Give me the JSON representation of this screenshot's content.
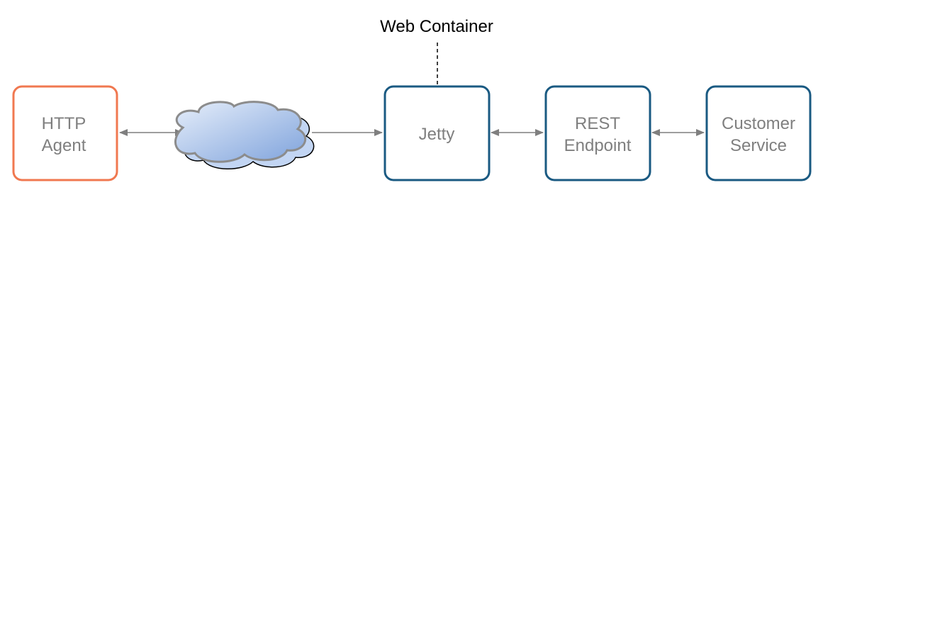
{
  "diagram": {
    "annotation": {
      "label": "Web Container",
      "target": "jetty"
    },
    "nodes": [
      {
        "id": "http-agent",
        "lines": [
          "HTTP",
          "Agent"
        ]
      },
      {
        "id": "cloud",
        "lines": []
      },
      {
        "id": "jetty",
        "lines": [
          "Jetty"
        ]
      },
      {
        "id": "rest-endpoint",
        "lines": [
          "REST",
          "Endpoint"
        ]
      },
      {
        "id": "customer-service",
        "lines": [
          "Customer",
          "Service"
        ]
      }
    ],
    "edges": [
      {
        "from": "http-agent",
        "to": "cloud",
        "direction": "bidirectional"
      },
      {
        "from": "cloud",
        "to": "jetty",
        "direction": "forward"
      },
      {
        "from": "jetty",
        "to": "rest-endpoint",
        "direction": "bidirectional"
      },
      {
        "from": "rest-endpoint",
        "to": "customer-service",
        "direction": "bidirectional"
      }
    ]
  },
  "colors": {
    "agent_border": "#F07850",
    "service_border": "#1A5A82",
    "label_text": "#7F7F7F",
    "arrow": "#7F7F7F",
    "annotation_text": "#000000",
    "cloud_light": "#E6EEFA",
    "cloud_dark": "#7FA3DC",
    "cloud_back": "#C2D5F3",
    "cloud_outline": "#8C8C8C"
  }
}
